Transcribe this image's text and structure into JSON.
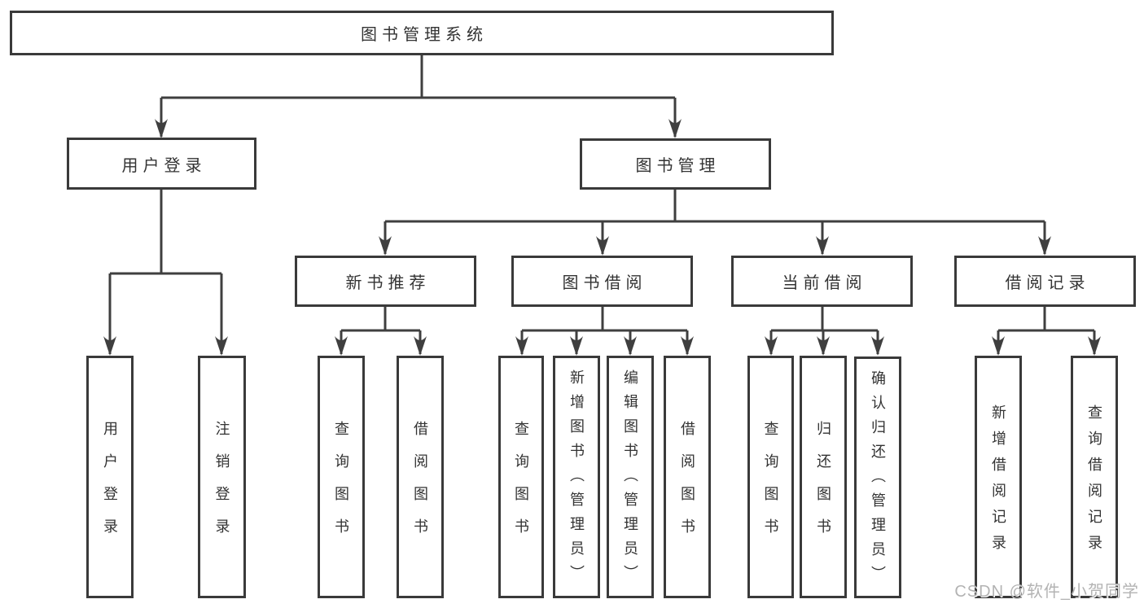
{
  "diagram_title": "图书管理系统",
  "watermark": "CSDN @软件_小贺同学",
  "colors": {
    "border": "#3a3a3a",
    "line": "#3f3f3f",
    "text": "#333333",
    "watermark": "#b3b3b3",
    "background": "#ffffff"
  },
  "nodes": {
    "root": "图书管理系统",
    "user_login_module": "用户登录",
    "book_management": "图书管理",
    "new_book_recommend": "新书推荐",
    "book_borrowing": "图书借阅",
    "current_borrowing": "当前借阅",
    "borrowing_records": "借阅记录",
    "leaf_user_login": "用户登录",
    "leaf_logout": "注销登录",
    "leaf_nbr_query_books": "查询图书",
    "leaf_nbr_borrow_books": "借阅图书",
    "leaf_bb_query_books": "查询图书",
    "leaf_bb_add_books": "新增图书（管理员）",
    "leaf_bb_edit_books": "编辑图书（管理员）",
    "leaf_bb_borrow_books": "借阅图书",
    "leaf_cb_query_books": "查询图书",
    "leaf_cb_return_books": "归还图书",
    "leaf_cb_confirm_return": "确认归还（管理员）",
    "leaf_br_add_record": "新增借阅记录",
    "leaf_br_query_record": "查询借阅记录"
  }
}
